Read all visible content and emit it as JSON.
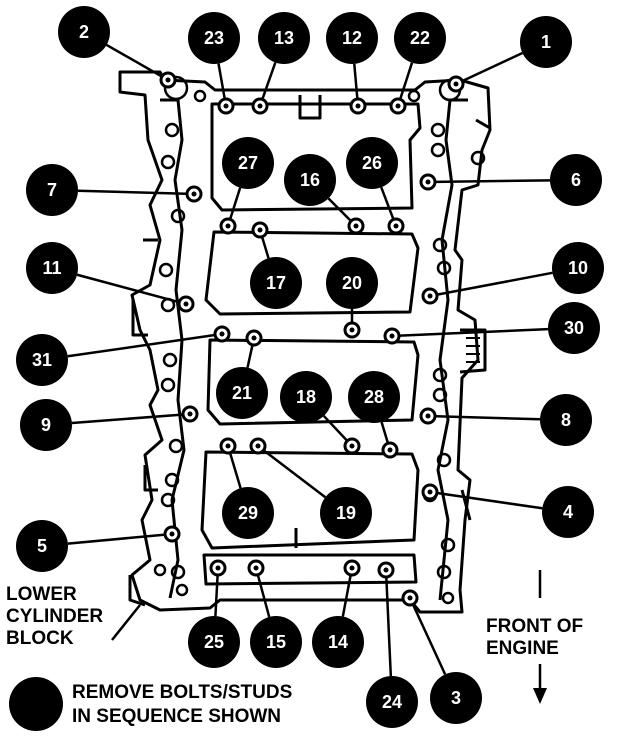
{
  "callouts": [
    "1",
    "2",
    "3",
    "4",
    "5",
    "6",
    "7",
    "8",
    "9",
    "10",
    "11",
    "12",
    "13",
    "14",
    "15",
    "16",
    "17",
    "18",
    "19",
    "20",
    "21",
    "22",
    "23",
    "24",
    "25",
    "26",
    "27",
    "28",
    "29",
    "30",
    "31"
  ],
  "labels": {
    "lower_block": [
      "LOWER",
      "CYLINDER",
      "BLOCK"
    ],
    "front_of_engine": [
      "FRONT OF",
      "ENGINE"
    ],
    "legend": [
      "REMOVE BOLTS/STUDS",
      "IN SEQUENCE SHOWN"
    ]
  },
  "colors": {
    "ink": "#000000",
    "paper": "#ffffff"
  },
  "icons": {
    "legend_marker": "filled-circle-icon",
    "direction": "arrow-down-icon"
  }
}
